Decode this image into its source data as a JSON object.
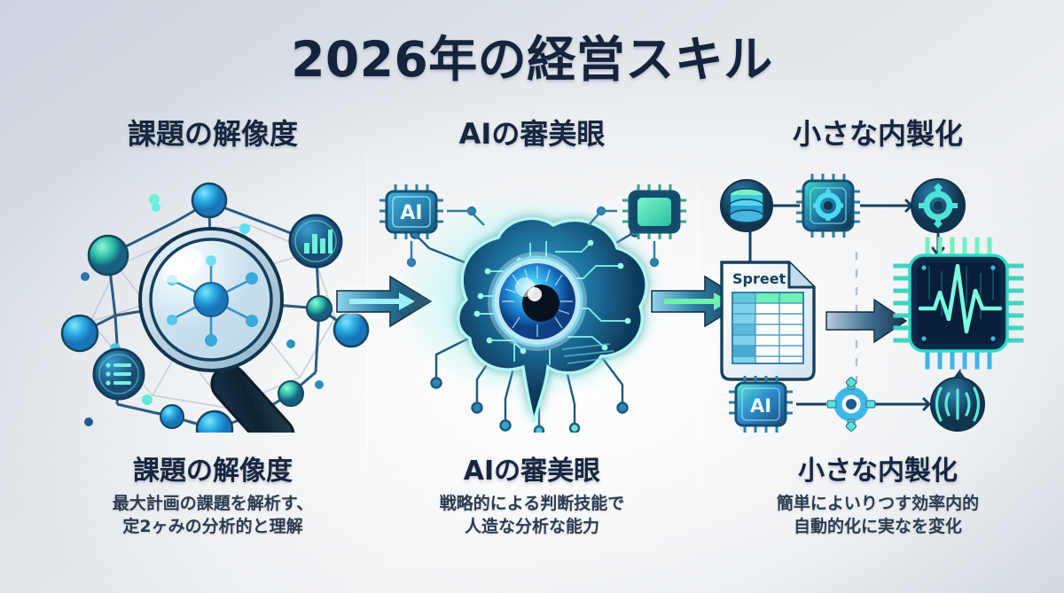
{
  "slide": {
    "title": "2026年の経営スキル",
    "background_colors": {
      "corner": "#ccd5de",
      "center": "#eef0f3",
      "accent_navy": "#17253f",
      "accent_cyan": "#3ec7e8",
      "accent_green": "#5ee8a8"
    }
  },
  "columns": [
    {
      "heading": "課題の解像度",
      "footer_title": "課題の解像度",
      "footer_lines": [
        "最大計画の課題を解析す、",
        "定2ヶみの分析的と理解"
      ],
      "art": "network-magnifier",
      "art_labels": []
    },
    {
      "heading": "AIの審美眼",
      "footer_title": "AIの審美眼",
      "footer_lines": [
        "戦略的による判断技能で",
        "人造な分析な能力"
      ],
      "art": "circuit-brain-eye",
      "art_labels": [
        "AI"
      ]
    },
    {
      "heading": "小さな内製化",
      "footer_title": "小さな内製化",
      "footer_lines": [
        "簡単によいりつす効率内的",
        "自動的化に実なを変化"
      ],
      "art": "automation-pipeline",
      "art_labels": [
        "Spreet",
        "AI"
      ]
    }
  ],
  "arrows": [
    {
      "name": "arrow-step-1-to-2",
      "inner_color": "#9ff0f7"
    },
    {
      "name": "arrow-step-2-to-3",
      "inner_color": "#6ef0ae"
    }
  ]
}
